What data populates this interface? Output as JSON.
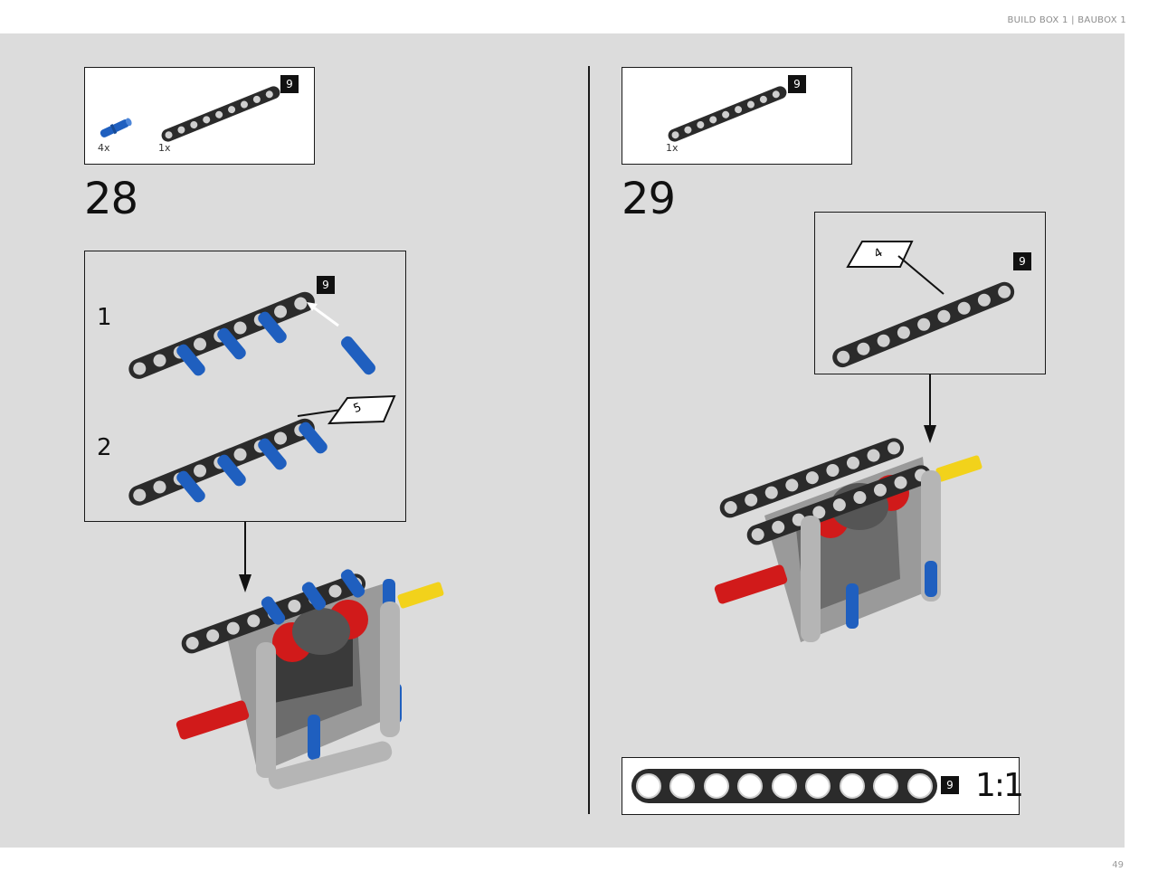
{
  "header": {
    "text": "BUILD BOX 1 | BAUBOX 1"
  },
  "page_number": "49",
  "step_28": {
    "number": "28",
    "parts": [
      {
        "qty": "4x",
        "part": "blue-pin-icon"
      },
      {
        "qty": "1x",
        "part": "beam-9-icon",
        "badge": "9"
      }
    ],
    "callout": {
      "sub_steps": [
        "1",
        "2"
      ],
      "badge": "9",
      "sticker_label": "5"
    }
  },
  "step_29": {
    "number": "29",
    "parts": [
      {
        "qty": "1x",
        "part": "beam-9-icon",
        "badge": "9"
      }
    ],
    "callout": {
      "badge": "9",
      "sticker_label": "4"
    }
  },
  "scale_ref": {
    "badge": "9",
    "label": "1:1"
  },
  "colors": {
    "background": "#dcdcdc",
    "beam": "#2b2b2b",
    "pin_blue": "#1f5fbf",
    "axle_red": "#d11a1a",
    "axle_yellow": "#f2d21b",
    "frame_gray": "#9a9a9a"
  }
}
